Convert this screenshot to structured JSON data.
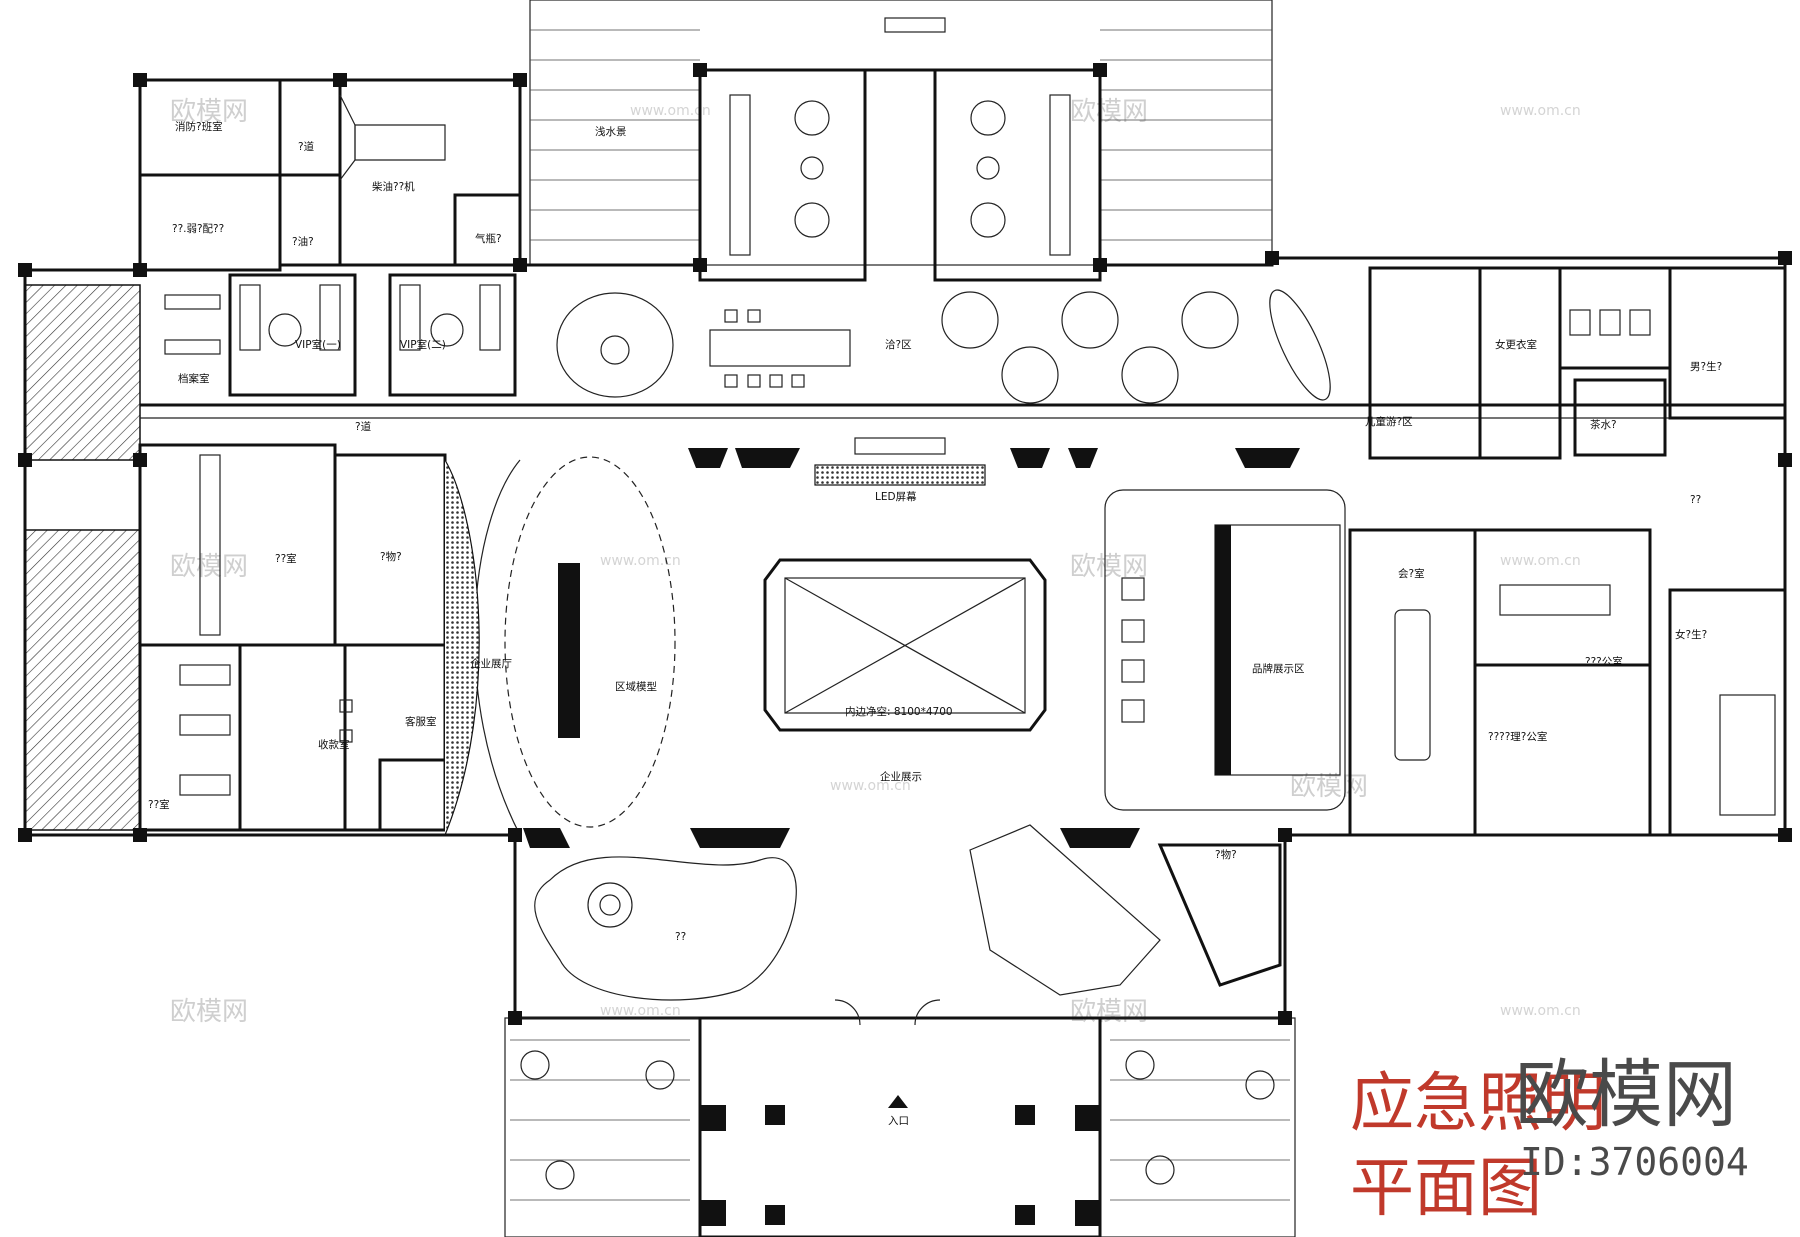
{
  "title_line1": "应急照明",
  "title_line2": "平面图",
  "logo_text": "欧模网",
  "id_text": "ID:3706004",
  "watermark_cn": "欧模网",
  "watermark_url": "www.om.cn",
  "colors": {
    "title": "#c0392b",
    "logo": "#4a4a4a",
    "lines": "#111111",
    "watermark": "#cfcfcf"
  },
  "rooms": {
    "fire_room": "消防?班室",
    "room_q1": "?道",
    "diesel": "柴油??机",
    "hv_room": "??.弱?配??",
    "oil_room": "?油?",
    "gas_room": "气瓶?",
    "water_view": "浅水景",
    "vip1": "VIP室(一)",
    "vip2": "VIP室(二)",
    "rest_area": "洽?区",
    "women_change": "女更衣室",
    "men_wc": "男?生?",
    "kids_area": "儿童游?区",
    "tea_room": "茶水?",
    "archive": "档案室",
    "corridor": "?道",
    "led": "LED屏幕",
    "room_q2": "??",
    "office_room": "??室",
    "storage1": "?物?",
    "hall": "企业展厅",
    "model": "区域模型",
    "inner_size": "内边净空: 8100*4700",
    "meeting": "会?室",
    "brand": "品牌展示区",
    "office2": "???公室",
    "women_wc": "女?生?",
    "reception": "客服室",
    "cashier": "收款室",
    "room_q3": "??室",
    "enterprise": "企业展示",
    "manager": "????理?公室",
    "storage2": "?物?",
    "pond": "??",
    "entrance": "入口"
  }
}
